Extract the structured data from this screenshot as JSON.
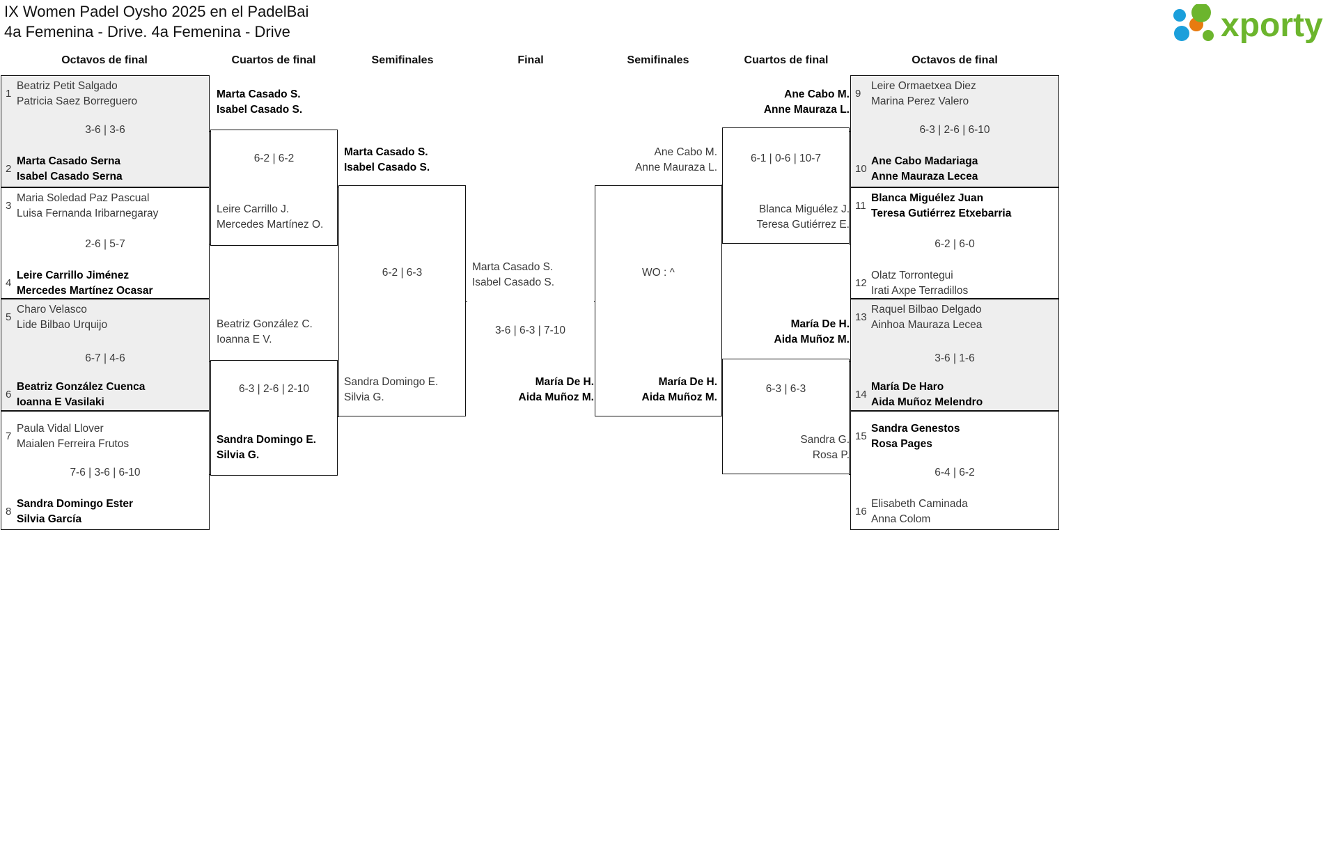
{
  "header": {
    "title_line1": "IX Women Padel Oysho 2025 en el PadelBai",
    "title_line2": "4a Femenina - Drive. 4a Femenina - Drive",
    "logo_text": "xporty",
    "logo_colors": {
      "green": "#6cb52d",
      "blue": "#1b9fdb",
      "orange": "#e87b10"
    }
  },
  "rounds": {
    "r16_left": "Octavos de final",
    "qf_left": "Cuartos de final",
    "sf_left": "Semifinales",
    "final": "Final",
    "sf_right": "Semifinales",
    "qf_right": "Cuartos de final",
    "r16_right": "Octavos de final"
  },
  "left_r16": [
    {
      "seed_a": "1",
      "a1": "Beatriz Petit Salgado",
      "a2": "Patricia Saez Borreguero",
      "a_win": false,
      "score": "3-6 | 3-6",
      "seed_b": "2",
      "b1": "Marta Casado Serna",
      "b2": "Isabel Casado Serna",
      "b_win": true
    },
    {
      "seed_a": "3",
      "a1": "Maria Soledad Paz Pascual",
      "a2": "Luisa Fernanda Iribarnegaray",
      "a_win": false,
      "score": "2-6 | 5-7",
      "seed_b": "4",
      "b1": "Leire Carrillo Jiménez",
      "b2": "Mercedes Martínez Ocasar",
      "b_win": true
    },
    {
      "seed_a": "5",
      "a1": "Charo Velasco",
      "a2": "Lide Bilbao Urquijo",
      "a_win": false,
      "score": "6-7 | 4-6",
      "seed_b": "6",
      "b1": "Beatriz González Cuenca",
      "b2": "Ioanna E Vasilaki",
      "b_win": true
    },
    {
      "seed_a": "7",
      "a1": "Paula Vidal Llover",
      "a2": "Maialen Ferreira Frutos",
      "a_win": false,
      "score": "7-6 | 3-6 | 6-10",
      "seed_b": "8",
      "b1": "Sandra Domingo Ester",
      "b2": "Silvia García",
      "b_win": true
    }
  ],
  "left_qf": [
    {
      "a1": "Marta Casado S.",
      "a2": "Isabel Casado S.",
      "a_win": true,
      "score": "6-2 | 6-2",
      "b1": "Leire Carrillo J.",
      "b2": "Mercedes Martínez O.",
      "b_win": false
    },
    {
      "a1": "Beatriz González C.",
      "a2": "Ioanna E V.",
      "a_win": false,
      "score": "6-3 | 2-6 | 2-10",
      "b1": "Sandra Domingo E.",
      "b2": "Silvia G.",
      "b_win": true
    }
  ],
  "left_sf": [
    {
      "a1": "Marta Casado S.",
      "a2": "Isabel Casado S.",
      "a_win": true,
      "score": "6-2 | 6-3",
      "b1": "Sandra Domingo E.",
      "b2": "Silvia G.",
      "b_win": false
    }
  ],
  "final": {
    "a1": "Marta Casado S.",
    "a2": "Isabel Casado S.",
    "a_win": false,
    "score": "3-6 | 6-3 | 7-10",
    "b1": "María De H.",
    "b2": "Aida Muñoz M.",
    "b_win": true
  },
  "right_sf": [
    {
      "a1": "Ane Cabo M.",
      "a2": "Anne Mauraza L.",
      "a_win": false,
      "score": "WO : ^",
      "b1": "María De H.",
      "b2": "Aida Muñoz M.",
      "b_win": true
    }
  ],
  "right_qf": [
    {
      "a1": "Ane Cabo M.",
      "a2": "Anne Mauraza L.",
      "a_win": true,
      "score": "6-1 | 0-6 | 10-7",
      "b1": "Blanca Miguélez J.",
      "b2": "Teresa Gutiérrez E.",
      "b_win": false
    },
    {
      "a1": "María De H.",
      "a2": "Aida Muñoz M.",
      "a_win": true,
      "score": "6-3 | 6-3",
      "b1": "Sandra G.",
      "b2": "Rosa P.",
      "b_win": false
    }
  ],
  "right_r16": [
    {
      "seed_a": "9",
      "a1": "Leire Ormaetxea Diez",
      "a2": "Marina Perez Valero",
      "a_win": false,
      "score": "6-3 | 2-6 | 6-10",
      "seed_b": "10",
      "b1": "Ane Cabo Madariaga",
      "b2": "Anne Mauraza Lecea",
      "b_win": true
    },
    {
      "seed_a": "11",
      "a1": "Blanca Miguélez Juan",
      "a2": "Teresa Gutiérrez Etxebarria",
      "a_win": true,
      "score": "6-2 | 6-0",
      "seed_b": "12",
      "b1": "Olatz Torrontegui",
      "b2": "Irati Axpe Terradillos",
      "b_win": false
    },
    {
      "seed_a": "13",
      "a1": "Raquel Bilbao Delgado",
      "a2": "Ainhoa Mauraza Lecea",
      "a_win": false,
      "score": "3-6 | 1-6",
      "seed_b": "14",
      "b1": "María De Haro",
      "b2": "Aida Muñoz Melendro",
      "b_win": true
    },
    {
      "seed_a": "15",
      "a1": "Sandra Genestos",
      "a2": "Rosa Pages",
      "a_win": true,
      "score": "6-4 | 6-2",
      "seed_b": "16",
      "b1": "Elisabeth Caminada",
      "b2": "Anna Colom",
      "b_win": false
    }
  ]
}
